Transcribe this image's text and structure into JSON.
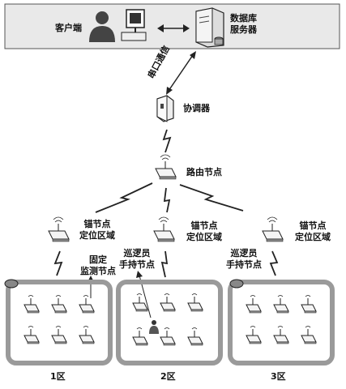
{
  "labels": {
    "client": "客户端",
    "db_line1": "数据库",
    "db_line2": "服务器",
    "serial": "串口通信",
    "coordinator": "协调器",
    "router": "路由节点",
    "anchor_line1": "锚节点",
    "anchor_line2": "定位区域",
    "fixed_line1": "固定",
    "fixed_line2": "监测节点",
    "patrol_line1": "巡逻员",
    "patrol_line2": "手持节点",
    "zone1": "1区",
    "zone2": "2区",
    "zone3": "3区"
  },
  "icons": [
    "user-icon",
    "computer-icon",
    "double-arrow-icon",
    "server-icon",
    "coordinator-device-icon",
    "router-node-icon",
    "anchor-node-icon",
    "sensor-node-icon",
    "wireless-link-icon"
  ]
}
